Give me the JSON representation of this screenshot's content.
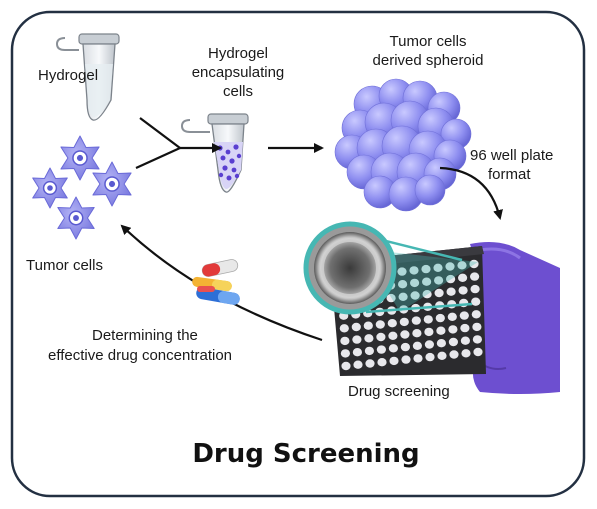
{
  "labels": {
    "hydrogel": "Hydrogel",
    "encapsulating": [
      "Hydrogel",
      "encapsulating",
      "cells"
    ],
    "spheroid": [
      "Tumor cells",
      "derived spheroid"
    ],
    "plate_format": [
      "96 well plate",
      "format"
    ],
    "tumor_cells": "Tumor cells",
    "determining": [
      "Determining the",
      "effective drug concentration"
    ],
    "drug_screening": "Drug screening"
  },
  "title": "Drug Screening",
  "colors": {
    "frame": "#233042",
    "cell": "#8f8fe6",
    "cell_dark": "#5a5ad0",
    "spheroid": "#8e8ef0",
    "glove": "#6d4fd0",
    "plate": "#2b2b2e",
    "well": "#e8e8ec",
    "magnifier": "#46b7b3",
    "arrow": "#111111"
  },
  "icons": [
    "tube-icon",
    "tube-with-cells-icon",
    "spheroid-icon",
    "cell-icon",
    "pill-icon",
    "well-plate-icon",
    "glove-icon",
    "magnifier-icon"
  ]
}
